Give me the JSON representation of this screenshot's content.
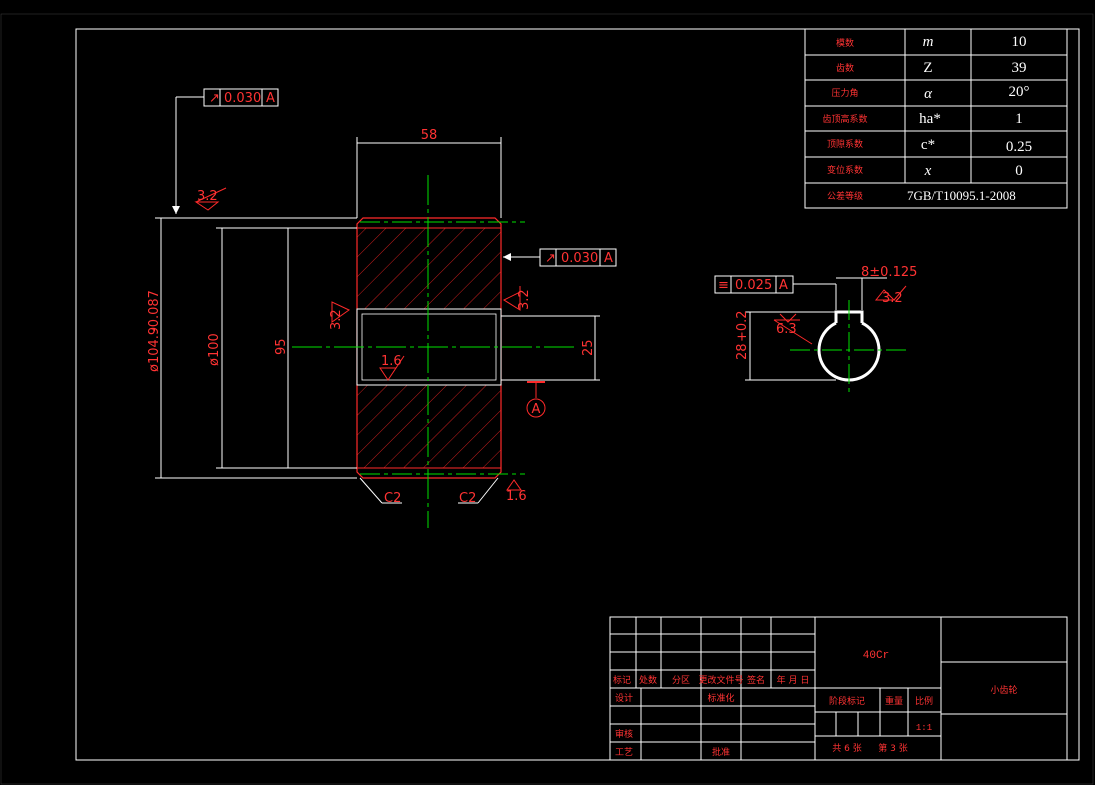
{
  "colors": {
    "background": "#000000",
    "frame": "#ffffff",
    "outline": "#ff2a2a",
    "centerline": "#00e000",
    "hatch": "#d02020",
    "feature_box": "#ffffff",
    "table_text": "#ffffff"
  },
  "gear_params": [
    {
      "name": "模数",
      "symbol": "m",
      "value": "10"
    },
    {
      "name": "齿数",
      "symbol": "Z",
      "value": "39"
    },
    {
      "name": "压力角",
      "symbol": "α",
      "value": "20°"
    },
    {
      "name": "齿顶高系数",
      "symbol": "ha*",
      "value": "1"
    },
    {
      "name": "顶隙系数",
      "symbol": "c*",
      "value": "0.25"
    },
    {
      "name": "变位系数",
      "symbol": "x",
      "value": "0"
    },
    {
      "name": "公差等级",
      "symbol": "7GB/T10095.1-2008",
      "value": ""
    }
  ],
  "tolerances": {
    "runout_top": {
      "symbol": "↗",
      "value": "0.030",
      "datum": "A"
    },
    "runout_side": {
      "symbol": "↗",
      "value": "0.030",
      "datum": "A"
    },
    "symmetry": {
      "symbol": "≡",
      "value": "0.025",
      "datum": "A"
    }
  },
  "dimensions": {
    "width": "58",
    "outer_dia": "ø104.9",
    "outer_dia_tol": "-0.087",
    "pitch_dia": "ø100",
    "root": "95",
    "bore": "25",
    "keyway_width": "8±0.125",
    "keyway_depth": "28",
    "keyway_depth_tol": "+0.2",
    "chamfer_left": "C2",
    "chamfer_right": "C2",
    "datum": "A"
  },
  "roughness": {
    "outer": "3.2",
    "face_left": "3.2",
    "face_right": "3.2",
    "bore": "1.6",
    "chamfer": "1.6",
    "key_bottom": "6.3",
    "key_side": "3.2"
  },
  "title_block": {
    "material": "40Cr",
    "part_name": "小齿轮",
    "row_labels": [
      "标记",
      "处数",
      "分区",
      "更改文件号",
      "签名",
      "年 月 日"
    ],
    "designer_label": "设计",
    "standardize_label": "标准化",
    "review_label": "审核",
    "process_label": "工艺",
    "approve_label": "批准",
    "stage_label": "阶段标记",
    "weight_label": "重量",
    "scale_label": "比例",
    "scale_value": "1:1",
    "sheet_total": "共 6 张",
    "sheet_no": "第 3 张"
  }
}
